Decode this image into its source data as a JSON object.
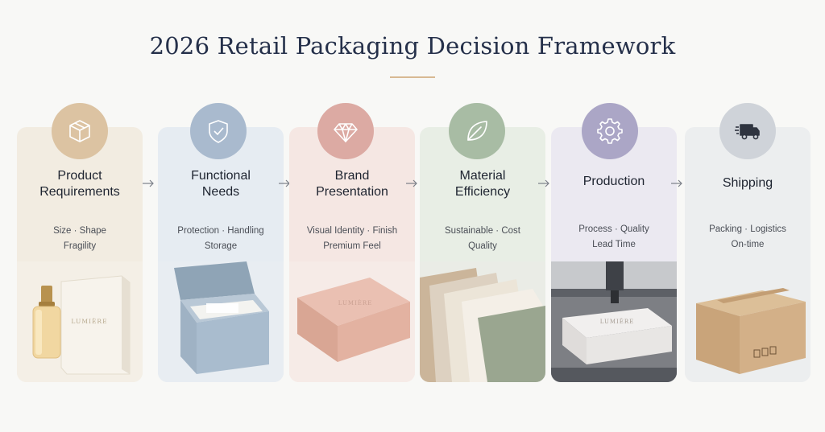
{
  "title": "2026 Retail Packaging Decision Framework",
  "steps": [
    {
      "title_line1": "Product",
      "title_line2": "Requirements",
      "sub_line1": "Size · Shape",
      "sub_line2": "Fragility",
      "icon": "box-icon",
      "bg": "#f2ece1",
      "circle": "#dcc3a2"
    },
    {
      "title_line1": "Functional",
      "title_line2": "Needs",
      "sub_line1": "Protection · Handling",
      "sub_line2": "Storage",
      "icon": "shield-check-icon",
      "bg": "#e6ecf2",
      "circle": "#a9bace"
    },
    {
      "title_line1": "Brand",
      "title_line2": "Presentation",
      "sub_line1": "Visual Identity · Finish",
      "sub_line2": "Premium Feel",
      "icon": "diamond-icon",
      "bg": "#f5e7e3",
      "circle": "#dcaaa3"
    },
    {
      "title_line1": "Material",
      "title_line2": "Efficiency",
      "sub_line1": "Sustainable · Cost",
      "sub_line2": "Quality",
      "icon": "leaf-icon",
      "bg": "#e8eee5",
      "circle": "#a8bca4"
    },
    {
      "title_line1": "Production",
      "title_line2": "",
      "sub_line1": "Process · Quality",
      "sub_line2": "Lead Time",
      "icon": "gear-icon",
      "bg": "#ebe9f1",
      "circle": "#aba6c6"
    },
    {
      "title_line1": "Shipping",
      "title_line2": "",
      "sub_line1": "Packing · Logistics",
      "sub_line2": "On-time",
      "icon": "truck-icon",
      "bg": "#eceeef",
      "circle": "#cfd3d9"
    }
  ],
  "products": {
    "perfume_brand": "LUMIÈRE",
    "box_brand": "LUMIÈRE"
  }
}
